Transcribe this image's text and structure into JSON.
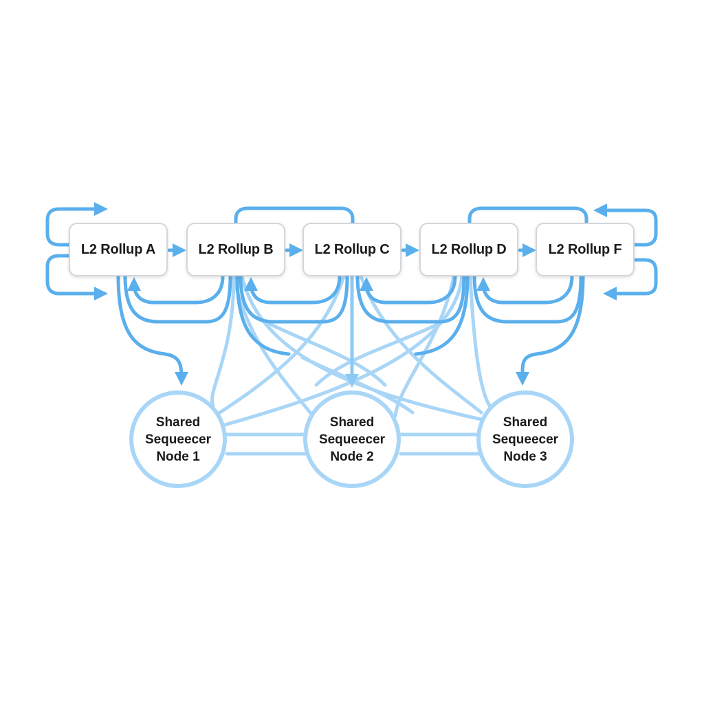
{
  "rollups": [
    {
      "label": "L2 Rollup A"
    },
    {
      "label": "L2 Rollup B"
    },
    {
      "label": "L2 Rollup C"
    },
    {
      "label": "L2 Rollup D"
    },
    {
      "label": "L2 Rollup F"
    }
  ],
  "nodes": [
    {
      "line1": "Shared",
      "line2": "Sequeecer",
      "line3": "Node 1"
    },
    {
      "line1": "Shared",
      "line2": "Sequeecer",
      "line3": "Node 2"
    },
    {
      "line1": "Shared",
      "line2": "Sequeecer",
      "line3": "Node 3"
    }
  ],
  "colors": {
    "arrow_dark": "#5aafec",
    "arrow_light": "#a9d6f7",
    "box_border": "#d3d6da",
    "text": "#1a1a1a"
  }
}
